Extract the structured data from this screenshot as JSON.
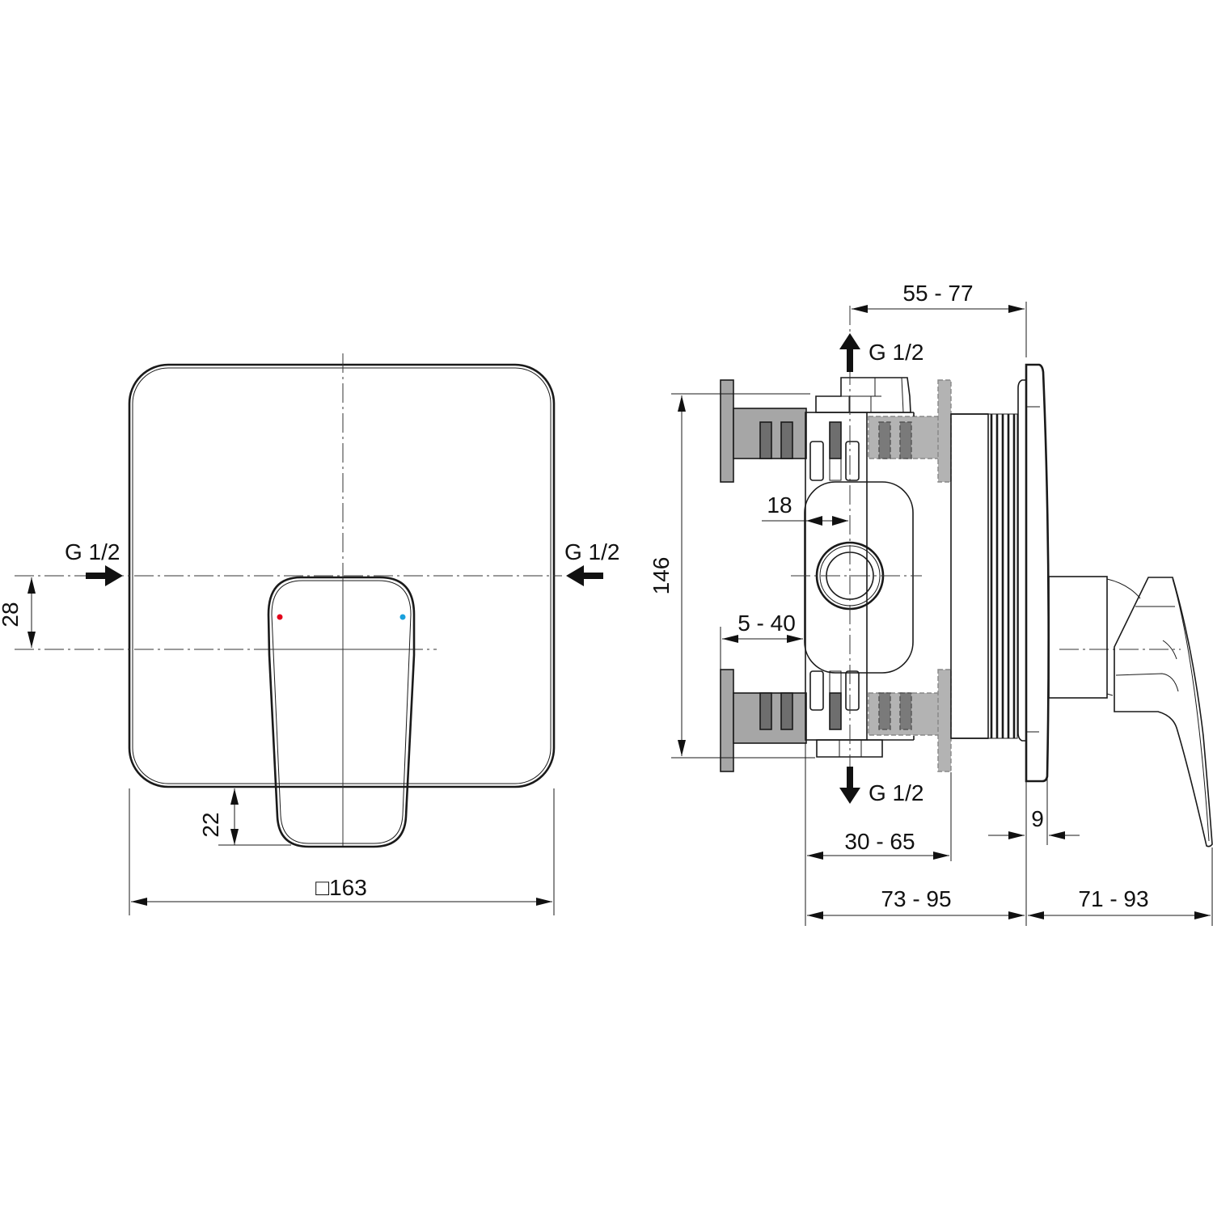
{
  "front_view": {
    "inlet_left_label": "G 1/2",
    "inlet_right_label": "G 1/2",
    "dim_vertical_offset": "28",
    "dim_handle_overhang": "22",
    "dim_plate_size": "□163",
    "hot_indicator_color": "#e3001b",
    "cold_indicator_color": "#1aa0dc"
  },
  "side_view": {
    "outlet_top_label": "G 1/2",
    "outlet_bottom_label": "G 1/2",
    "dim_top_span": "55 - 77",
    "dim_height": "146",
    "dim_inset": "18",
    "dim_stop_range": "5 - 40",
    "dim_installation_depth": "30 - 65",
    "dim_body_depth": "73 - 95",
    "dim_projection": "71 - 93",
    "dim_plate_thickness": "9"
  }
}
